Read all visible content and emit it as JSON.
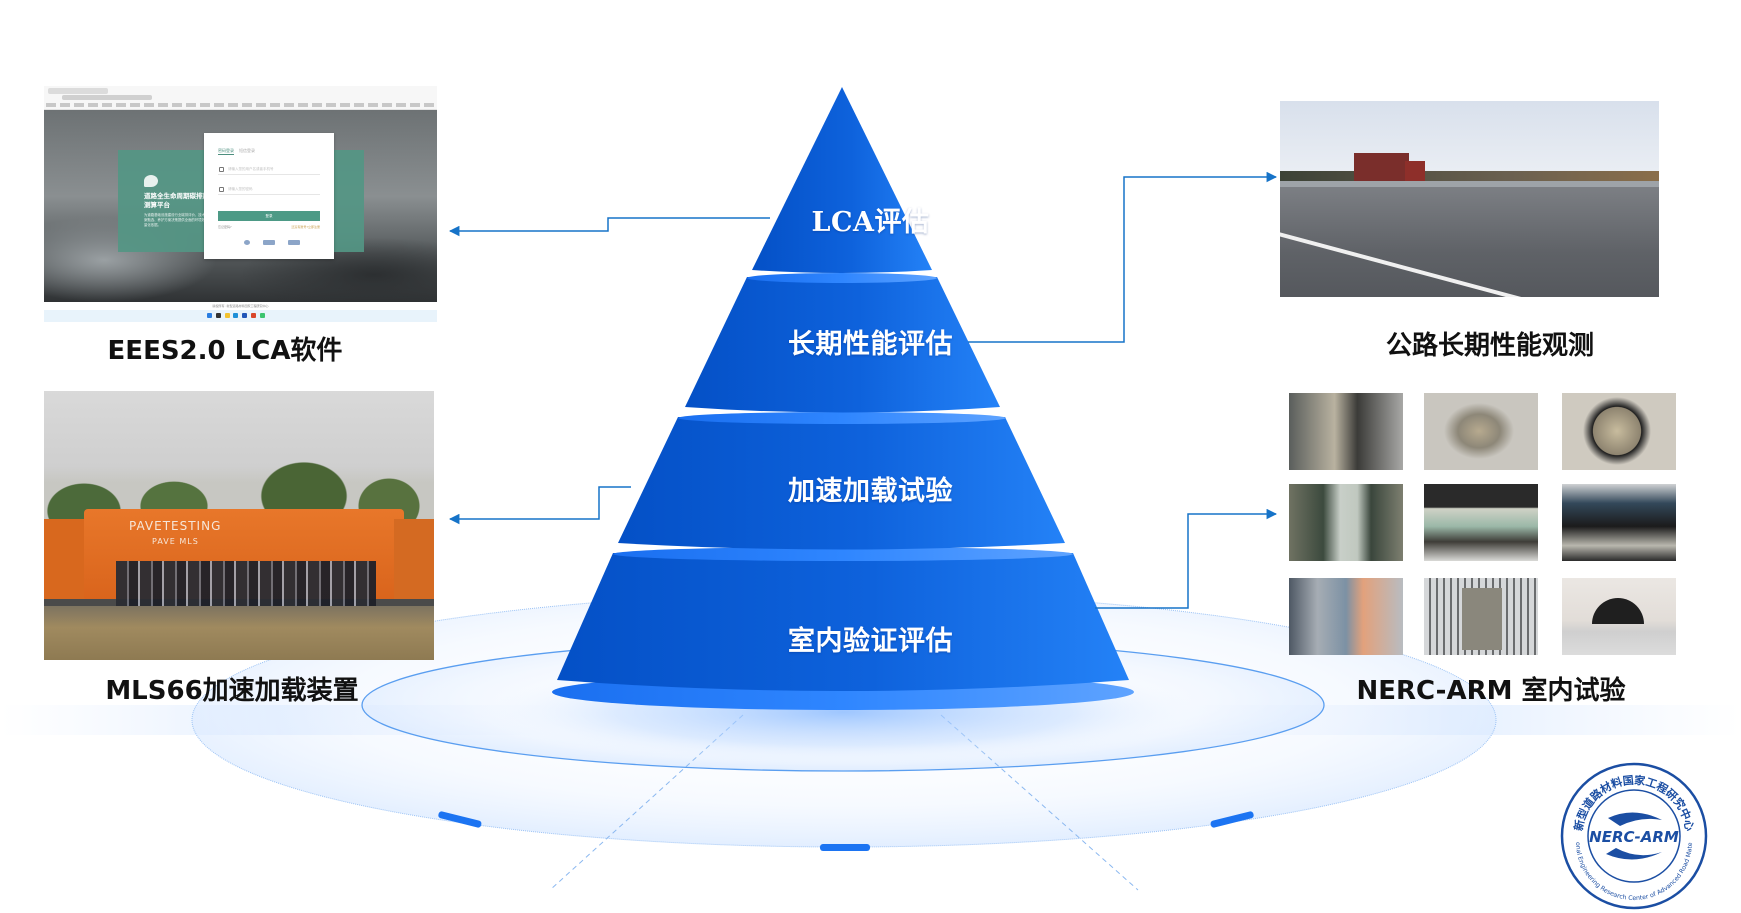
{
  "pyramid": {
    "colors": {
      "dark": "#0655cc",
      "light": "#2280f5",
      "rim": "#3b8bff"
    },
    "layers": [
      {
        "label_latin": "LCA",
        "label_cjk": "评估",
        "label": "LCA评估"
      },
      {
        "label": "长期性能评估"
      },
      {
        "label": "加速加载试验"
      },
      {
        "label": "室内验证评估"
      }
    ]
  },
  "left_panels": [
    {
      "caption": "EEES2.0 LCA软件",
      "screenshot": {
        "platform_title": "道路全生命周期碳排放测算平台",
        "platform_desc": "为道路基础设施建设行业碳排评价、技术方案甄选、养护方案决策提供全面的环境效益量化依据。",
        "tab_password": "密码登录",
        "tab_sms": "短信登录",
        "username_placeholder": "请输入您的用户名或者手机号",
        "password_placeholder": "请输入您的密码",
        "login_button": "登录",
        "forgot": "忘记密码?",
        "register": "还没有账号?立即注册",
        "footer": "版权所有: 新型道路材料国家工程研究中心"
      }
    },
    {
      "caption": "MLS66加速加载装置",
      "photo": {
        "brand": "PAVETESTING",
        "model": "PAVE MLS"
      }
    }
  ],
  "right_panels": [
    {
      "caption": "公路长期性能观测"
    },
    {
      "caption": "NERC-ARM 室内试验",
      "grid_rows": 3,
      "grid_cols": 3
    }
  ],
  "connector_color": "#1673c8",
  "logo": {
    "name": "NERC-ARM",
    "cn_text": "新型道路材料国家工程研究中心",
    "en_text": "National Engineering Research Center of Advanced Road Materials",
    "color": "#1b4ea3"
  }
}
